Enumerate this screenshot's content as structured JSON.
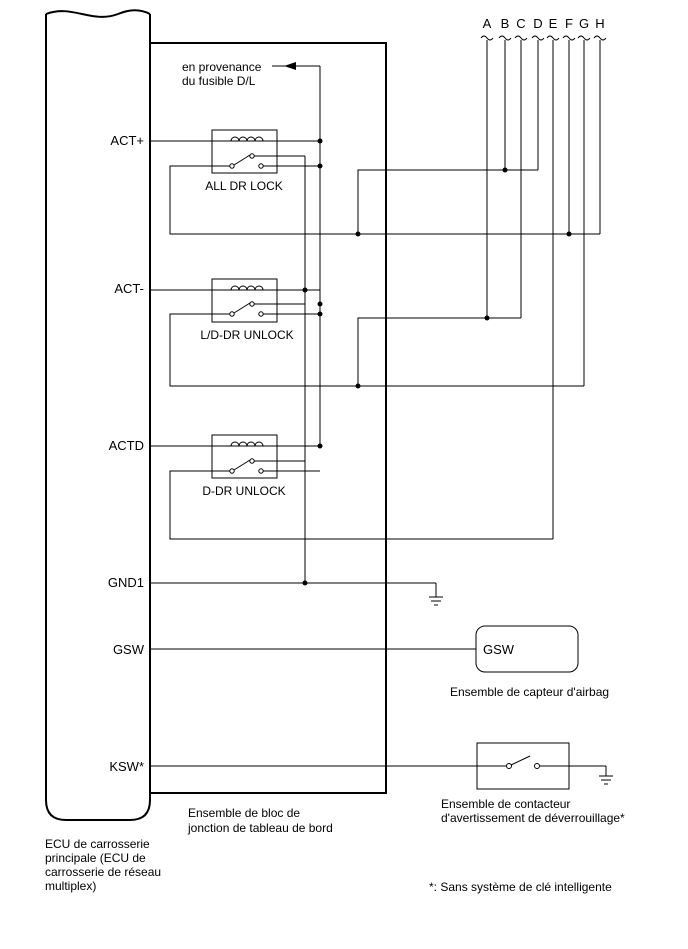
{
  "diagram": {
    "wire_letters": [
      "A",
      "B",
      "C",
      "D",
      "E",
      "F",
      "G",
      "H"
    ],
    "ecu": {
      "pins": [
        "ACT+",
        "ACT-",
        "ACTD",
        "GND1",
        "GSW",
        "KSW*"
      ],
      "caption_lines": [
        "ECU de carrosserie",
        "principale (ECU de",
        "carrosserie de réseau",
        "multiplex)"
      ]
    },
    "junction_block": {
      "fuse_lines": [
        "en provenance",
        "du fusible D/L"
      ],
      "relays": [
        "ALL DR LOCK",
        "L/D-DR UNLOCK",
        "D-DR UNLOCK"
      ],
      "caption_lines": [
        "Ensemble de bloc de",
        "jonction de tableau de bord"
      ]
    },
    "airbag_sensor": {
      "box_label": "GSW",
      "caption": "Ensemble de capteur d'airbag"
    },
    "unlock_warning_switch": {
      "caption_lines": [
        "Ensemble de contacteur",
        "d'avertissement de déverrouillage*"
      ]
    },
    "footnote": "*: Sans système de clé intelligente"
  }
}
